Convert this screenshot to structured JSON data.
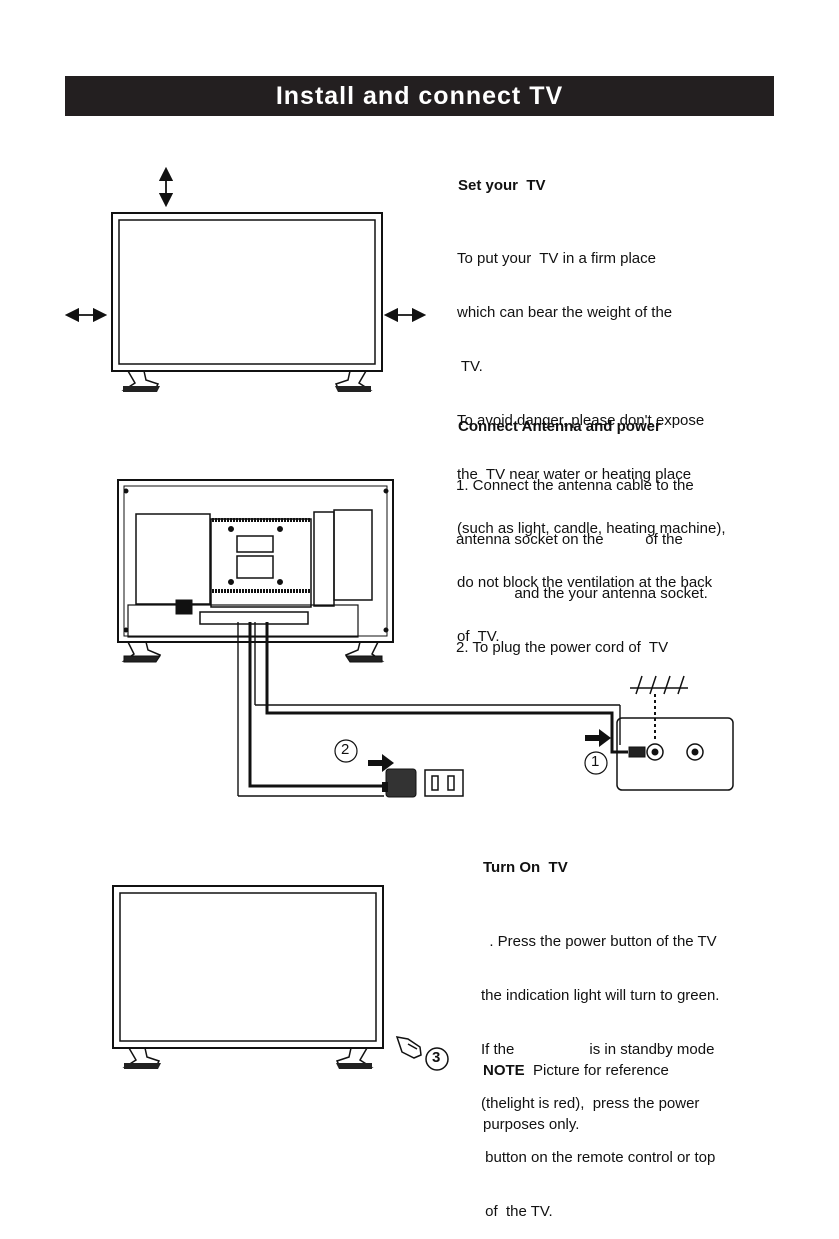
{
  "title": "Install and connect  TV",
  "sections": {
    "set_tv": {
      "heading": "Set your  TV",
      "lines": [
        "To put your  TV in a firm place",
        "which can bear the weight of the",
        " TV.",
        "To avoid danger, please don't expose",
        "the  TV near water or heating place",
        "(such as light, candle, heating machine),",
        "do not block the ventilation at the back",
        "of  TV."
      ]
    },
    "connect": {
      "heading": "Connect Antenna and power",
      "lines": [
        "1. Connect the antenna cable to the",
        "antenna socket on the          of the",
        "              and the your antenna socket.",
        "2. To plug the power cord of  TV"
      ],
      "callout_1": "1",
      "callout_2": "2"
    },
    "turn_on": {
      "heading": "Turn On  TV",
      "lines": [
        "  . Press the power button of the TV",
        "the indication light will turn to green.",
        "If the                  is in standby mode",
        "(thelight is red),  press the power",
        " button on the remote control or top",
        " of  the TV."
      ],
      "note_label": "NOTE",
      "note_text": "  Picture for reference",
      "note_line2": "purposes only.",
      "callout_3": "3"
    }
  }
}
